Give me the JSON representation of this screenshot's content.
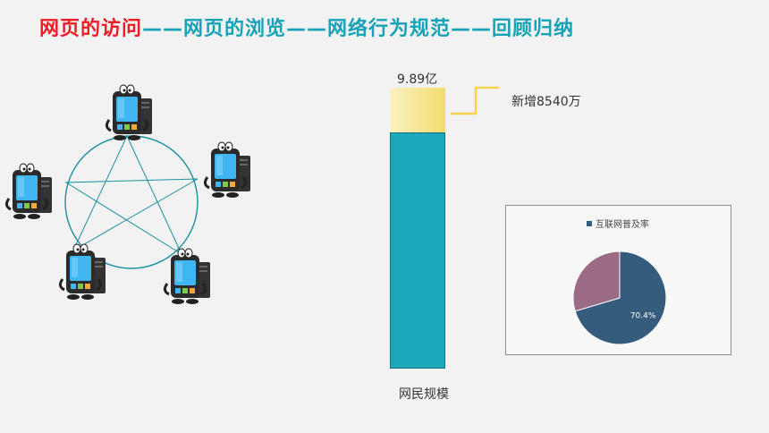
{
  "header": {
    "active": "网页的访问",
    "rest": "——网页的浏览——网络行为规范——回顾归纳"
  },
  "bar": {
    "top_label": "9.89亿",
    "bottom_label": "网民规模",
    "added_label": "新增8540万"
  },
  "chart_data": {
    "type": "pie",
    "legend": [
      "互联网普及率"
    ],
    "values": [
      70.4,
      29.6
    ],
    "labels": [
      "70.4%",
      ""
    ],
    "colors": [
      "#355c7d",
      "#9b6a84"
    ]
  },
  "colors": {
    "accent_red": "#ee1c25",
    "accent_teal": "#17a2b8",
    "bar_main": "#1ca8ba",
    "bar_added": "#f3dc6c"
  },
  "icons": [
    "computer-mascot-icon"
  ]
}
